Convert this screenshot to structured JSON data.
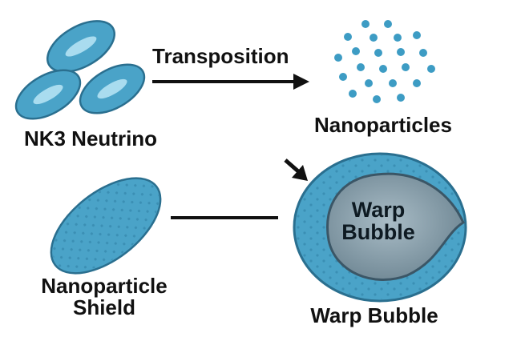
{
  "labels": {
    "nk3_neutrino": "NK3 Neutrino",
    "transposition": "Transposition",
    "nanoparticles": "Nanoparticles",
    "shield_line1": "Nanoparticle",
    "shield_line2": "Shield",
    "warp_bubble": "Warp Bubble",
    "inner_line1": "Warp",
    "inner_line2": "Bubble"
  },
  "colors": {
    "cell_fill": "#4aa3c8",
    "cell_stroke": "#2a6f8f",
    "cell_highlight": "#a9dcef",
    "dot": "#3d9cc4",
    "bubble_inner": "#7f97a3",
    "bubble_stroke": "#3b5666",
    "arrow": "#111111"
  },
  "icons": {
    "arrow_right": "arrow-right-icon",
    "arrow_diagonal": "arrow-down-right-icon"
  }
}
